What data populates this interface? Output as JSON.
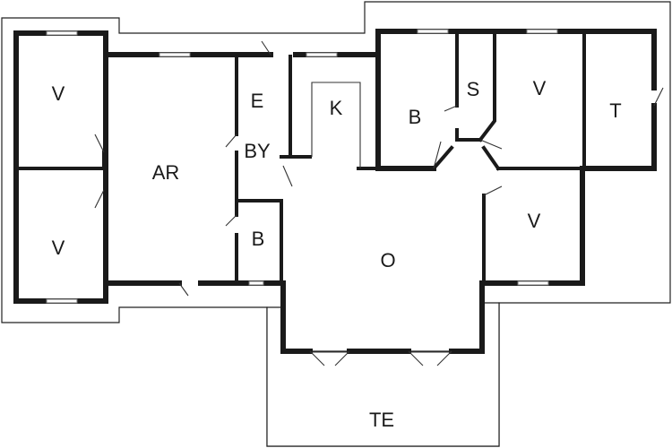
{
  "floorplan": {
    "rooms": [
      {
        "id": "v1",
        "label": "V"
      },
      {
        "id": "v2",
        "label": "V"
      },
      {
        "id": "ar",
        "label": "AR"
      },
      {
        "id": "e",
        "label": "E"
      },
      {
        "id": "by",
        "label": "BY"
      },
      {
        "id": "b1",
        "label": "B"
      },
      {
        "id": "k",
        "label": "K"
      },
      {
        "id": "o",
        "label": "O"
      },
      {
        "id": "b2",
        "label": "B"
      },
      {
        "id": "s",
        "label": "S"
      },
      {
        "id": "v3",
        "label": "V"
      },
      {
        "id": "t",
        "label": "T"
      },
      {
        "id": "v4",
        "label": "V"
      },
      {
        "id": "te",
        "label": "TE"
      }
    ]
  }
}
